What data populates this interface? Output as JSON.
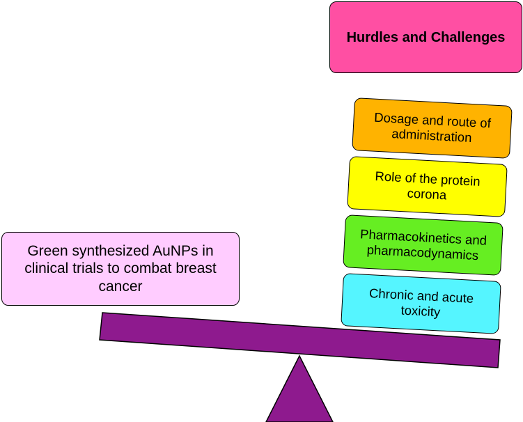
{
  "header": {
    "title": "Hurdles and Challenges",
    "title_color": "#FF4FA3"
  },
  "left_panel": {
    "text": "Green synthesized AuNPs in clinical trials to combat breast cancer",
    "color": "#FFCCFF"
  },
  "challenges": [
    {
      "label": "Dosage and route of administration",
      "color": "#FFB300"
    },
    {
      "label": "Role of the protein corona",
      "color": "#FFFF00"
    },
    {
      "label": "Pharmacokinetics and pharmacodynamics",
      "color": "#66EE22"
    },
    {
      "label": "Chronic and acute toxicity",
      "color": "#55F5FF"
    }
  ],
  "seesaw": {
    "beam_color": "#8E1A8E",
    "fulcrum_color": "#8E1A8E"
  }
}
